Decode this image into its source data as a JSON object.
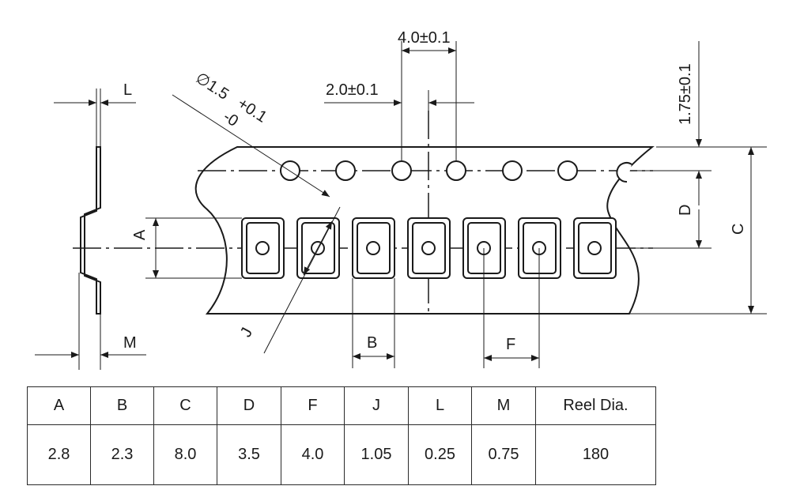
{
  "labels": {
    "pitch_sprocket": "4.0±0.1",
    "half_pitch": "2.0±0.1",
    "hole_diameter_a": "∅1.5",
    "hole_diameter_b": "+0.1",
    "hole_diameter_c": "-0",
    "edge_offset": "1.75±0.1",
    "L": "L",
    "M": "M",
    "A": "A",
    "B": "B",
    "C": "C",
    "D": "D",
    "F": "F",
    "J": "J"
  },
  "table": {
    "headers": [
      "A",
      "B",
      "C",
      "D",
      "F",
      "J",
      "L",
      "M",
      "Reel Dia."
    ],
    "values": [
      "2.8",
      "2.3",
      "8.0",
      "3.5",
      "4.0",
      "1.05",
      "0.25",
      "0.75",
      "180"
    ]
  }
}
